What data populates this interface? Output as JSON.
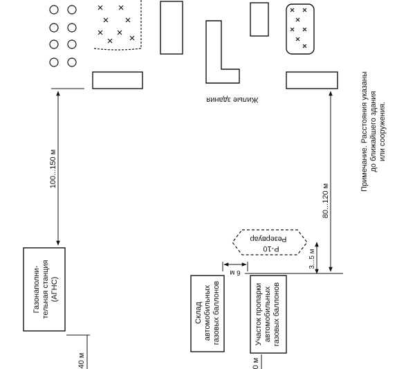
{
  "labels": {
    "residential": "Жилые здания",
    "agns_line1": "Газонаполни-",
    "agns_line2": "тельная станция",
    "agns_line3": "(АГНС)",
    "warehouse_line1": "Склад",
    "warehouse_line2": "автомобильных",
    "warehouse_line3": "газовых баллонов",
    "steaming_line1": "Участок пропарки",
    "steaming_line2": "автомобильных",
    "steaming_line3": "газовых баллонов",
    "reservoir_line1": "Резервуар",
    "reservoir_line2": "Р-10",
    "note_line1": "Примечание. Расстояния указаны",
    "note_line2": "до ближайшего здания",
    "note_line3": "или сооружения."
  },
  "dimensions": {
    "agns_to_buildings": "100...150 м",
    "agns_bottom": "40 м",
    "reservoir_to_buildings": "80...120 м",
    "reservoir_offset": "3...5 м",
    "warehouse_gap": "6 м",
    "steaming_bottom": "0 м"
  }
}
